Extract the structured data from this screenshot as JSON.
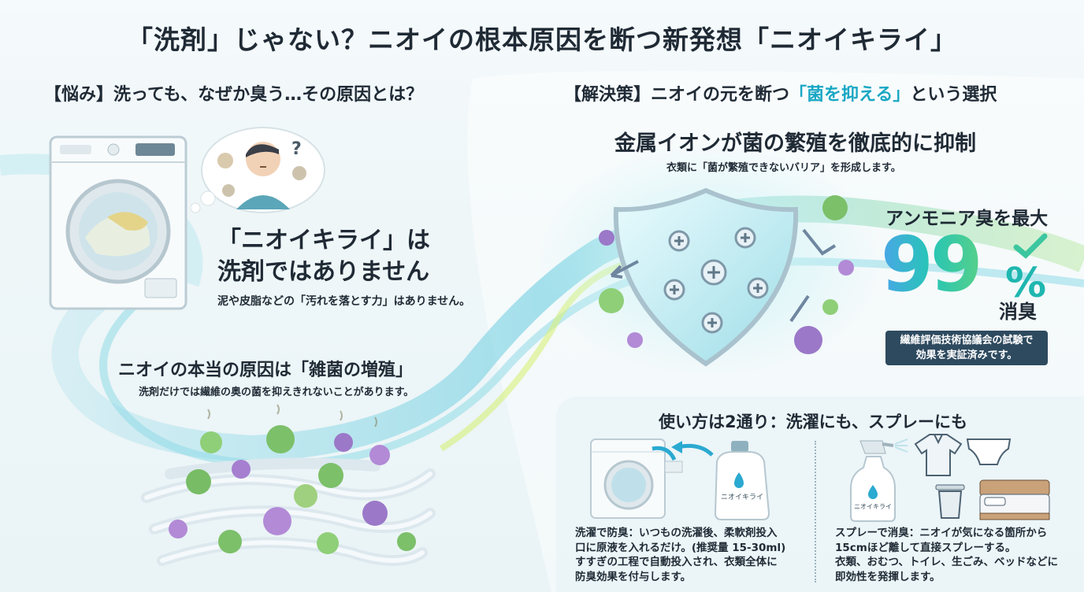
{
  "header": {
    "title": "「洗剤」じゃない？ニオイの根本原因を断つ新発想「ニオイキライ」"
  },
  "problem": {
    "heading": "【悩み】洗っても、なぜか臭う…その原因とは？",
    "claim_line1": "「ニオイキライ」は",
    "claim_line2": "洗剤ではありません",
    "claim_sub": "泥や皮脂などの「汚れを落とす力」はありません。",
    "cause_heading": "ニオイの本当の原因は「雑菌の増殖」",
    "cause_sub": "洗剤だけでは繊維の奥の菌を抑えきれないことがあります。"
  },
  "solution": {
    "heading_pre": "【解決策】ニオイの元を断つ",
    "heading_accent": "「菌を抑える」",
    "heading_post": "という選択",
    "title": "金属イオンが菌の繁殖を徹底的に抑制",
    "sub": "衣類に「菌が繁殖できないバリア」を形成します。",
    "stat_label": "アンモニア臭を最大",
    "stat_value": "99",
    "stat_unit": "%",
    "stat_suffix": "消臭",
    "cert_line1": "繊維評価技術協議会の試験で",
    "cert_line2": "効果を実証済みです。"
  },
  "usage": {
    "heading": "使い方は2通り：洗濯にも、スプレーにも",
    "bottle_label": "ニオイキライ",
    "spray_label": "ニオイキライ",
    "method1_line1": "洗濯で防臭：いつもの洗濯後、柔軟剤投入",
    "method1_line2": "口に原液を入れるだけ。(推奨量 15-30ml)",
    "method1_line3": "すすぎの工程で自動投入され、衣類全体に",
    "method1_line4": "防臭効果を付与します。",
    "method2_line1": "スプレーで消臭：ニオイが気になる箇所から",
    "method2_line2": "15cmほど離して直接スプレーする。",
    "method2_line3": "衣類、おむつ、トイレ、生ごみ、ベッドなどに",
    "method2_line4": "即効性を発揮します。"
  },
  "colors": {
    "accent": "#1aa7c4",
    "navy": "#2e4a5f",
    "germ_green": "#7cc06a",
    "germ_purple": "#9b78c8"
  },
  "icons": [
    "washing-machine-icon",
    "thinking-person-icon",
    "question-icon",
    "germ-icon",
    "shield-icon",
    "ion-plus-icon",
    "check-icon",
    "bottle-icon",
    "spray-icon",
    "shirt-icon",
    "diaper-icon",
    "trash-can-icon",
    "bed-icon",
    "arrow-icon"
  ]
}
